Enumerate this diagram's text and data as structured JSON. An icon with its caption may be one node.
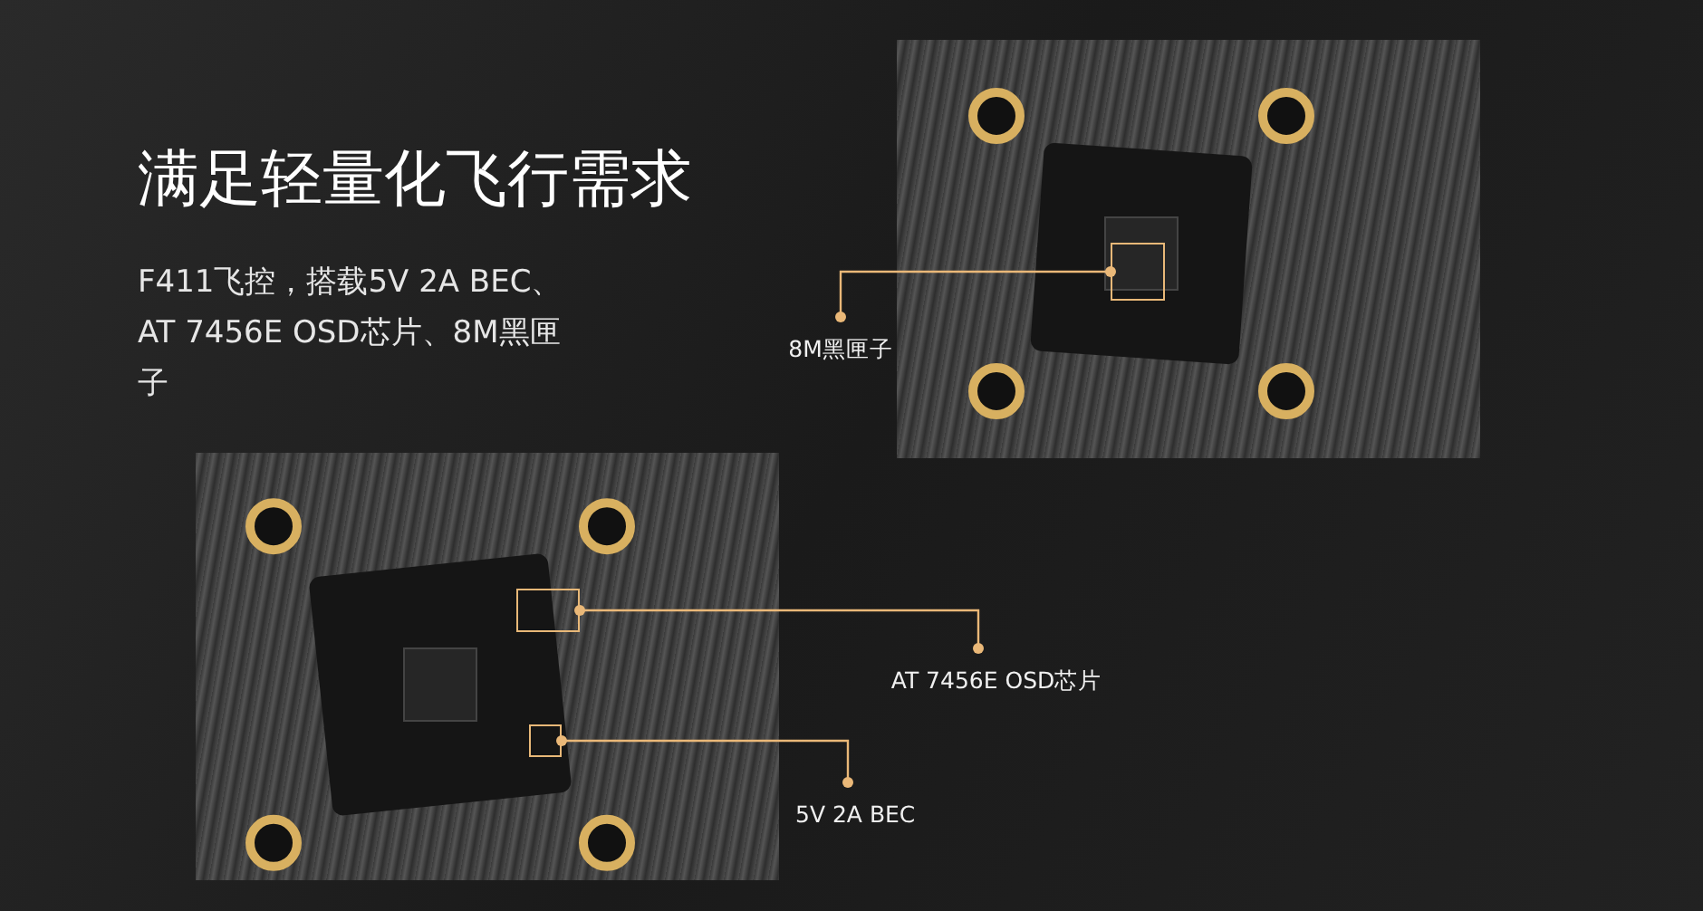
{
  "diagram": {
    "title": "满足轻量化飞行需求",
    "nodes": [
      {
        "text": [],
        "shape": "picture"
      },
      {
        "text": [],
        "shape": "box",
        "in": 0
      },
      {
        "text": [],
        "shape": "picture"
      },
      {
        "text": [],
        "shape": "box",
        "in": 2
      },
      {
        "text": [],
        "shape": "box",
        "in": 2
      },
      {
        "text": [
          "8M黑匣子"
        ]
      },
      {
        "text": [
          "AT 7456E OSD芯片"
        ]
      },
      {
        "text": [
          "5V 2A BEC"
        ]
      }
    ],
    "edges": [
      {
        "from": 5,
        "to": 1,
        "arrow": "other"
      },
      {
        "from": 6,
        "to": 3,
        "arrow": "other"
      },
      {
        "from": 7,
        "to": 4,
        "arrow": "other"
      }
    ],
    "labels": [
      "F411飞控，搭载5V 2A BEC、AT 7456E OSD芯片、8M黑匣子"
    ]
  }
}
